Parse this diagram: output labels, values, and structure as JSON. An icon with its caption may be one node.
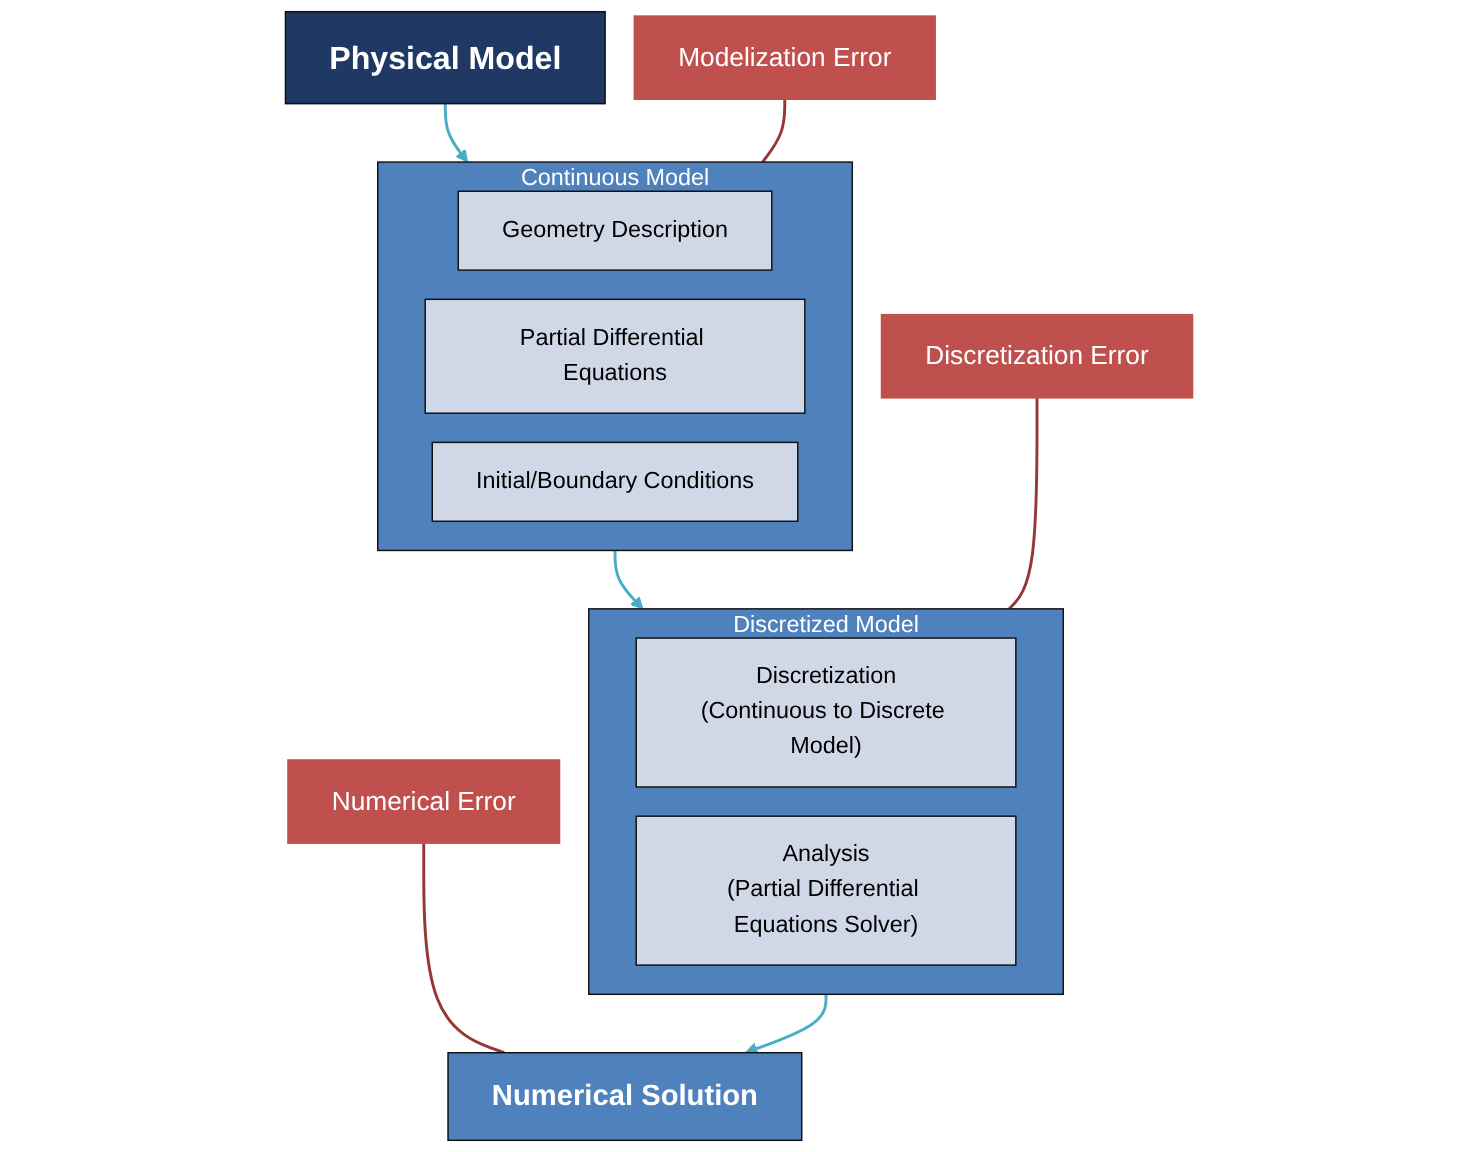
{
  "diagram": {
    "nodes": [
      {
        "text": [
          "Physical Model"
        ]
      },
      {
        "text": [
          "Continuous Model"
        ]
      },
      {
        "text": [
          "Geometry Description"
        ],
        "in": 1
      },
      {
        "text": [
          "Partial Differential Equations"
        ],
        "in": 1
      },
      {
        "text": [
          "Initial/Boundary Conditions"
        ],
        "in": 1
      },
      {
        "text": [
          "Modelization Error"
        ]
      },
      {
        "text": [
          "Discretized Model"
        ]
      },
      {
        "text": [
          "Discretization",
          "(Continuous to Discrete Model)"
        ],
        "in": 6
      },
      {
        "text": [
          "Analysis",
          "(Partial Differential Equations Solver)"
        ],
        "in": 6
      },
      {
        "text": [
          "Discretization Error"
        ]
      },
      {
        "text": [
          "Numerical Solution"
        ]
      },
      {
        "text": [
          "Numerical Error"
        ]
      }
    ],
    "edges": [
      {
        "from": 0,
        "to": 1,
        "arrow": "to"
      },
      {
        "from": 5,
        "to": 1,
        "arrow": "none",
        "color": "#953735"
      },
      {
        "from": 1,
        "to": 6,
        "arrow": "to"
      },
      {
        "from": 9,
        "to": 6,
        "arrow": "none",
        "color": "#953735"
      },
      {
        "from": 6,
        "to": 10,
        "arrow": "to"
      },
      {
        "from": 11,
        "to": 10,
        "arrow": "none",
        "color": "#953735"
      }
    ]
  }
}
